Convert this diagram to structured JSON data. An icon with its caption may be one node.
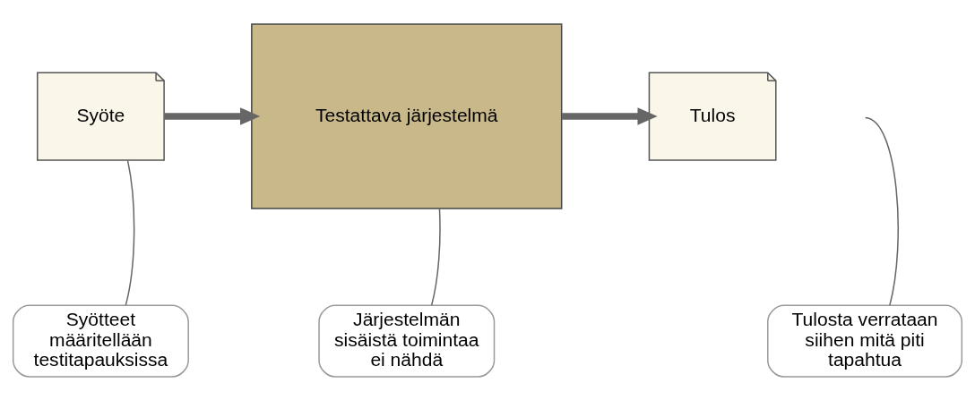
{
  "diagram": {
    "nodes": [
      {
        "text": [
          "Syöte"
        ]
      },
      {
        "text": [
          "Testattava järjestelmä"
        ]
      },
      {
        "text": [
          "Tulos"
        ]
      },
      {
        "text": [
          "Syötteet määritellään testitapauksissa"
        ]
      },
      {
        "text": [
          "Järjestelmän sisäistä toimintaa ei nähdä"
        ]
      },
      {
        "text": [
          "Tulosta verrataan siihen mitä piti tapahtua"
        ]
      }
    ],
    "edges": [
      {
        "from": 0,
        "to": 1,
        "arrow": "to",
        "style": "thick"
      },
      {
        "from": 1,
        "to": 2,
        "arrow": "to",
        "style": "thick"
      },
      {
        "from": 3,
        "to": 0,
        "arrow": "none"
      },
      {
        "from": 4,
        "to": 1,
        "arrow": "none"
      },
      {
        "from": 5,
        "to": null,
        "arrow": "none"
      }
    ]
  }
}
